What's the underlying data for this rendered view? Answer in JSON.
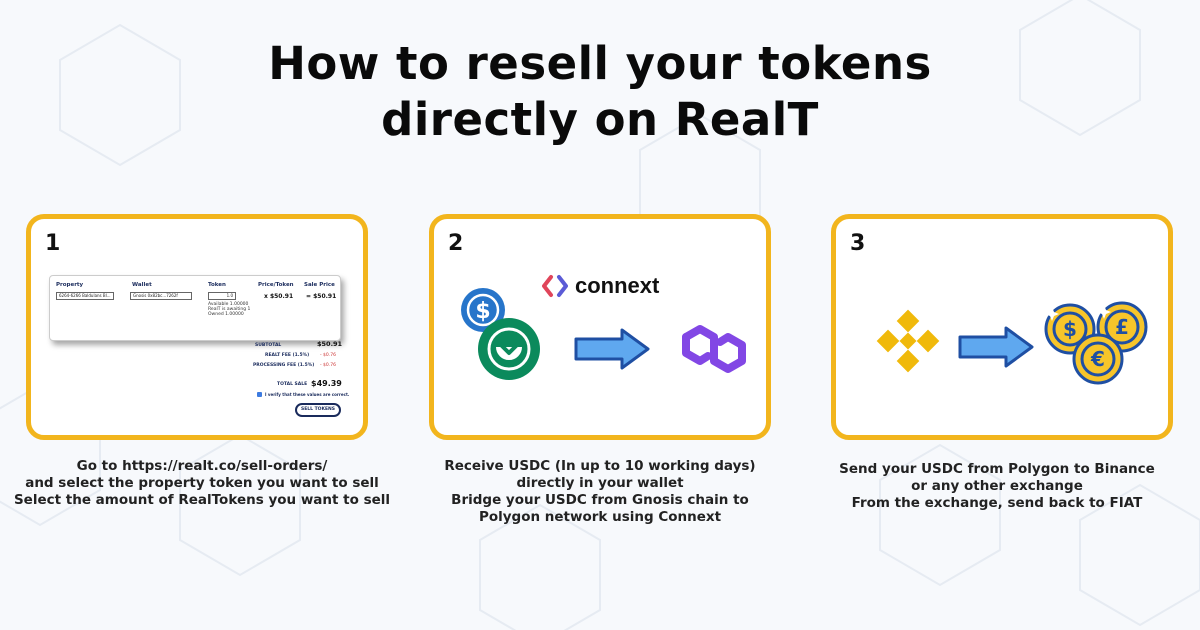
{
  "title": {
    "line1": "How to resell your tokens",
    "line2": "directly on RealT"
  },
  "steps": [
    {
      "number": "1",
      "caption": [
        "Go to https://realt.co/sell-orders/",
        "and select the property token you want to sell",
        "Select the amount of RealTokens you want to sell"
      ],
      "form": {
        "headers": [
          "Property",
          "Wallet",
          "Token",
          "Price/Token",
          "Sale Price"
        ],
        "property_value": "6264-6266 Baldulans Bl...",
        "wallet_value": "Gnosis 0x82bc...7262f",
        "token_qty": "1.0",
        "token_info": [
          "Available 1.00000",
          "RealT is awaiting 1",
          "Owned 1.00000"
        ],
        "price_token": "x $50.91",
        "sale_price": "= $50.91",
        "subtotal_label": "SUBTOTAL",
        "subtotal_value": "$50.91",
        "realt_fee_label": "REALT FEE (1.5%)",
        "realt_fee_value": "- $0.76",
        "processing_fee_label": "PROCESSING FEE (1.5%)",
        "processing_fee_value": "- $0.76",
        "total_label": "TOTAL SALE",
        "total_value": "$49.39",
        "verify_text": "I verify that these values are correct.",
        "sell_button": "SELL TOKENS"
      }
    },
    {
      "number": "2",
      "brand": "connext",
      "caption": [
        "Receive USDC (In up to 10 working days)",
        "directly in your wallet",
        "Bridge your USDC from Gnosis chain to",
        "Polygon network using Connext"
      ]
    },
    {
      "number": "3",
      "caption": [
        "Send your USDC from Polygon to Binance",
        "or any other exchange",
        "From the exchange, send back to FIAT"
      ],
      "coins": [
        "$",
        "£",
        "€"
      ]
    }
  ],
  "colors": {
    "card_border": "#f2b51d",
    "usdc": "#2775ca",
    "gnosis": "#0b8a5c",
    "polygon": "#8247e5",
    "binance": "#f0b90b",
    "arrow": "#3d8ce3",
    "coin": "#f7c52a"
  },
  "icons": {
    "usdc": "usdc-icon",
    "gnosis": "gnosis-icon",
    "polygon": "polygon-icon",
    "binance": "binance-icon",
    "connext": "connext-logo-icon",
    "arrow": "right-arrow-icon",
    "coins": "coin-stack-icon"
  }
}
